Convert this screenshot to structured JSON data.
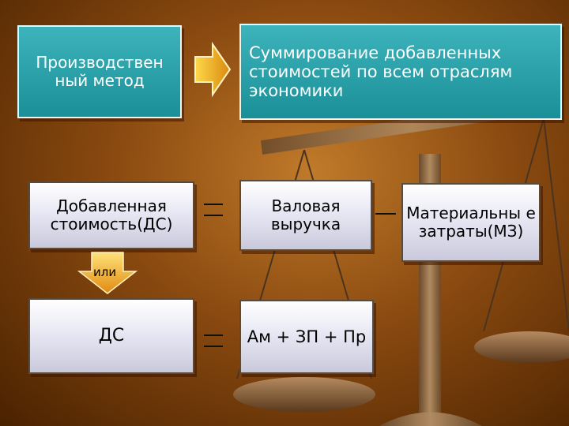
{
  "top_row": {
    "method": "Производствен ный метод",
    "description": "Суммирование добавленных стоимостей по всем отраслям экономики"
  },
  "formula1": {
    "left": "Добавленная стоимость(ДС)",
    "middle": "Валовая выручка",
    "right": "Материальны е затраты(МЗ)"
  },
  "connector": {
    "label": "или"
  },
  "formula2": {
    "left": "ДС",
    "right": "Ам + ЗП + Пр"
  },
  "colors": {
    "teal_box": "#2aa3ab",
    "arrow": "#f0a81c",
    "background": "#8a4a10"
  },
  "icons": [
    "right-arrow-icon",
    "down-arrow-icon",
    "equals-sign-icon",
    "minus-sign-icon",
    "scales-illustration"
  ]
}
